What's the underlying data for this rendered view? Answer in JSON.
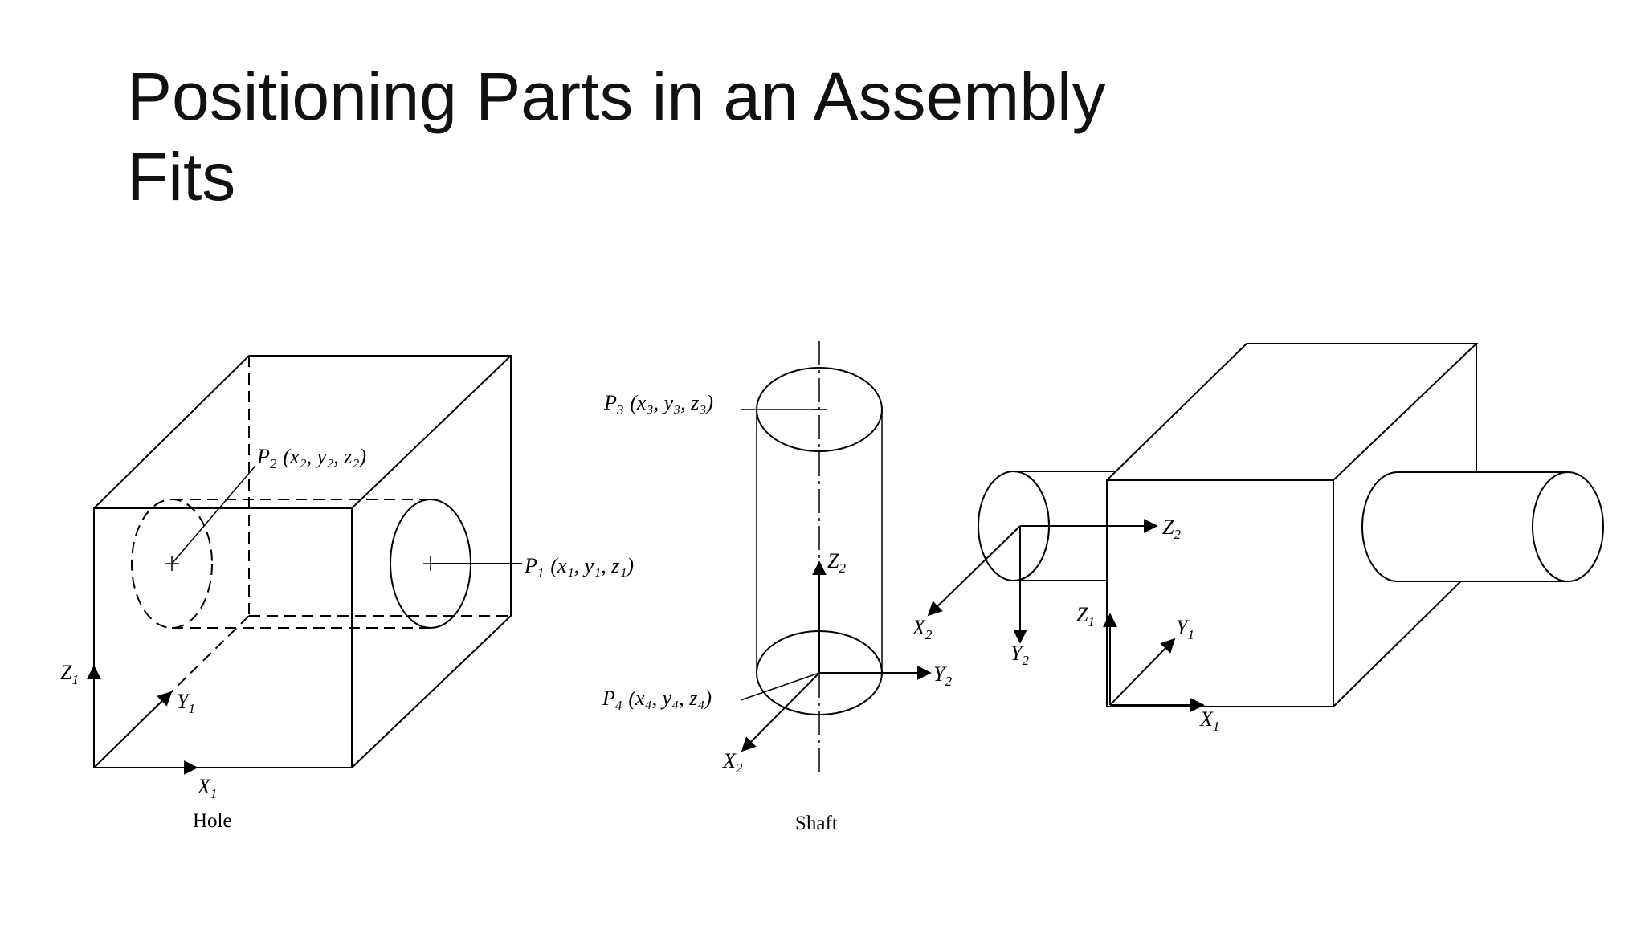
{
  "slide": {
    "title_line1": "Positioning Parts in an Assembly",
    "title_line2": "Fits"
  },
  "hole": {
    "caption": "Hole",
    "p1": {
      "name": "P",
      "sub": "1",
      "coords": "(x₁, y₁, z₁)"
    },
    "p2": {
      "name": "P",
      "sub": "2",
      "coords": "(x₂, y₂, z₂)"
    },
    "axis_x": {
      "name": "X",
      "sub": "1"
    },
    "axis_y": {
      "name": "Y",
      "sub": "1"
    },
    "axis_z": {
      "name": "Z",
      "sub": "1"
    }
  },
  "shaft": {
    "caption": "Shaft",
    "p3": {
      "name": "P",
      "sub": "3",
      "coords": "(x₃, y₃, z₃)"
    },
    "p4": {
      "name": "P",
      "sub": "4",
      "coords": "(x₄, y₄, z₄)"
    },
    "axis_x": {
      "name": "X",
      "sub": "2"
    },
    "axis_y": {
      "name": "Y",
      "sub": "2"
    },
    "axis_z": {
      "name": "Z",
      "sub": "2"
    }
  },
  "assembly": {
    "axis_x1": {
      "name": "X",
      "sub": "1"
    },
    "axis_y1": {
      "name": "Y",
      "sub": "1"
    },
    "axis_z1": {
      "name": "Z",
      "sub": "1"
    },
    "axis_x2": {
      "name": "X",
      "sub": "2"
    },
    "axis_y2": {
      "name": "Y",
      "sub": "2"
    },
    "axis_z2": {
      "name": "Z",
      "sub": "2"
    }
  }
}
